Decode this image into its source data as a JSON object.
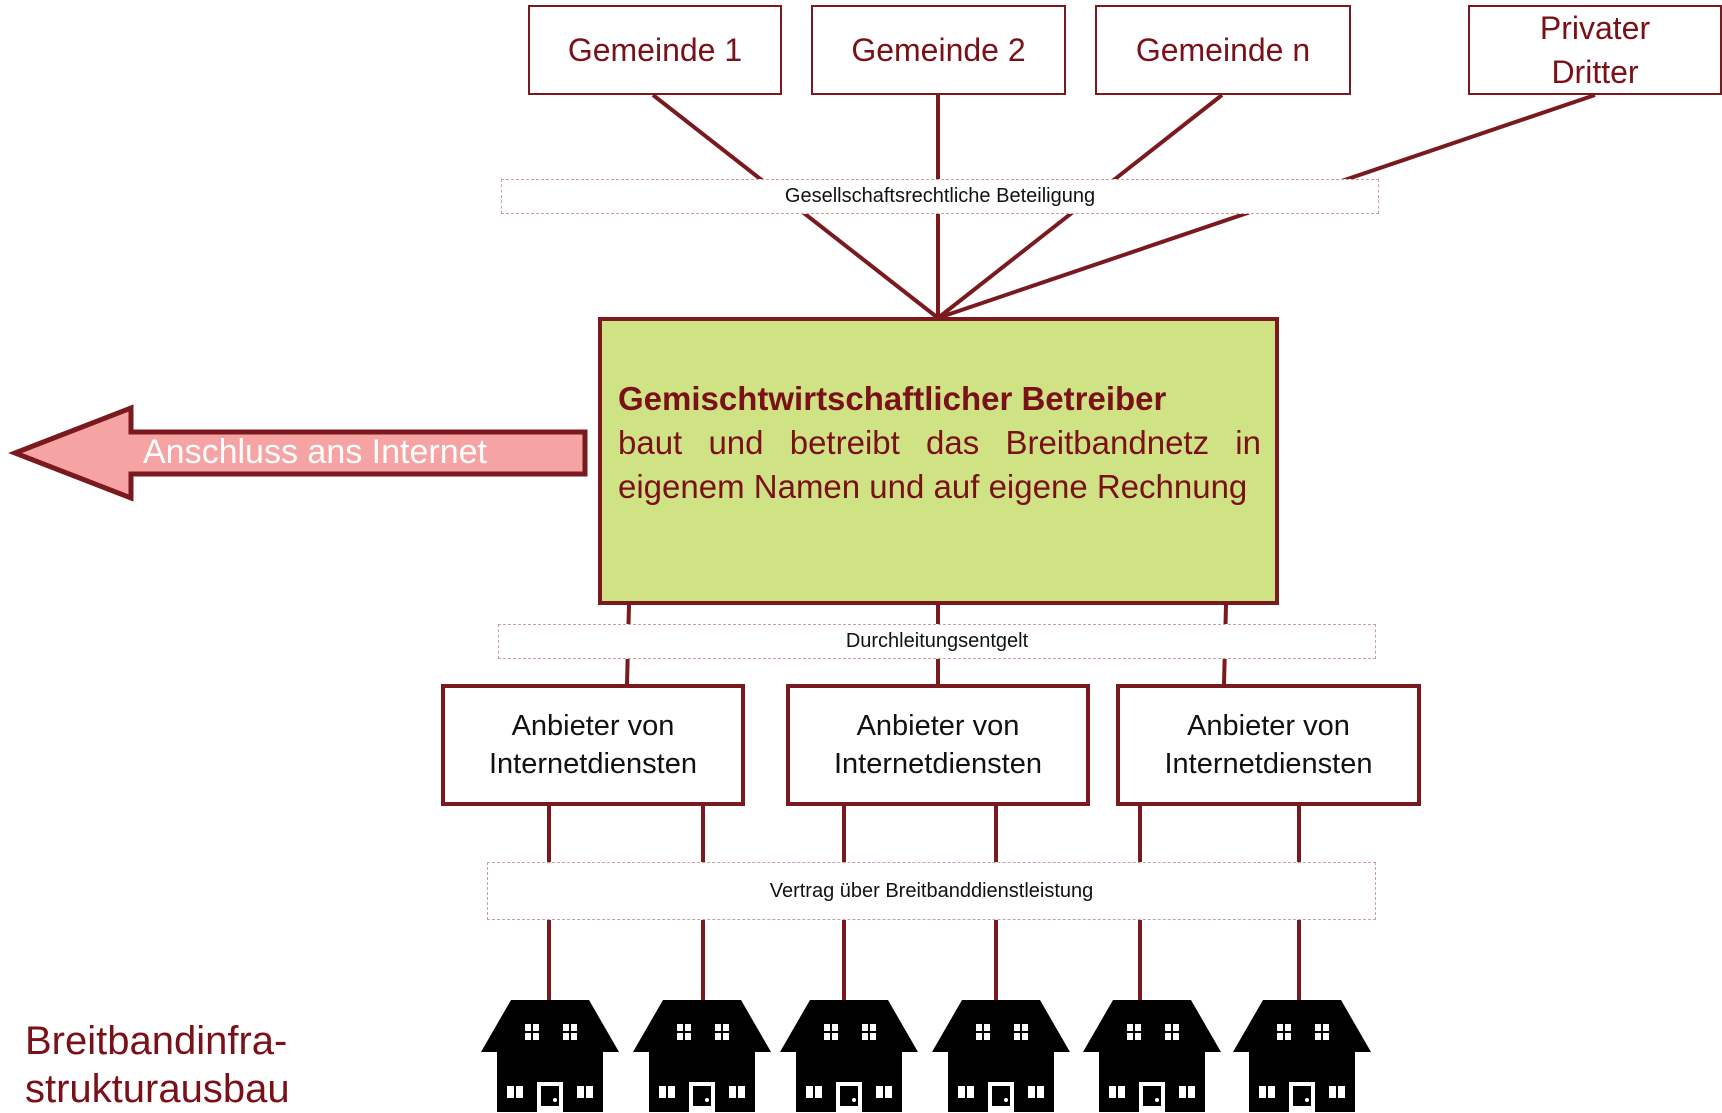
{
  "shareholders": [
    "Gemeinde 1",
    "Gemeinde 2",
    "Gemeinde n"
  ],
  "private_third": {
    "line1": "Privater",
    "line2": "Dritter"
  },
  "band_participation": "Gesellschaftsrechtliche Beteiligung",
  "operator": {
    "title": "Gemischtwirtschaftlicher Betreiber",
    "text": "baut und betreibt das Breitbandnetz in eigenem Namen und auf eigene Rechnung"
  },
  "internet_arrow_label": "Anschluss ans Internet",
  "band_transit": "Durchleitungsentgelt",
  "providers": [
    {
      "line1": "Anbieter von",
      "line2": "Internetdiensten"
    },
    {
      "line1": "Anbieter von",
      "line2": "Internetdiensten"
    },
    {
      "line1": "Anbieter von",
      "line2": "Internetdiensten"
    }
  ],
  "band_contract": "Vertrag über Breitbanddienstleistung",
  "caption": {
    "line1": "Breitbandinfra-",
    "line2": "strukturausbau"
  },
  "households_count": 6,
  "colors": {
    "accent": "#7a1018",
    "border": "#7a1a1f",
    "operator_fill": "#cfe385",
    "arrow_fill": "#f5a3a3",
    "house": "#000000"
  },
  "icons": [
    "house-icon",
    "left-arrow-icon"
  ]
}
